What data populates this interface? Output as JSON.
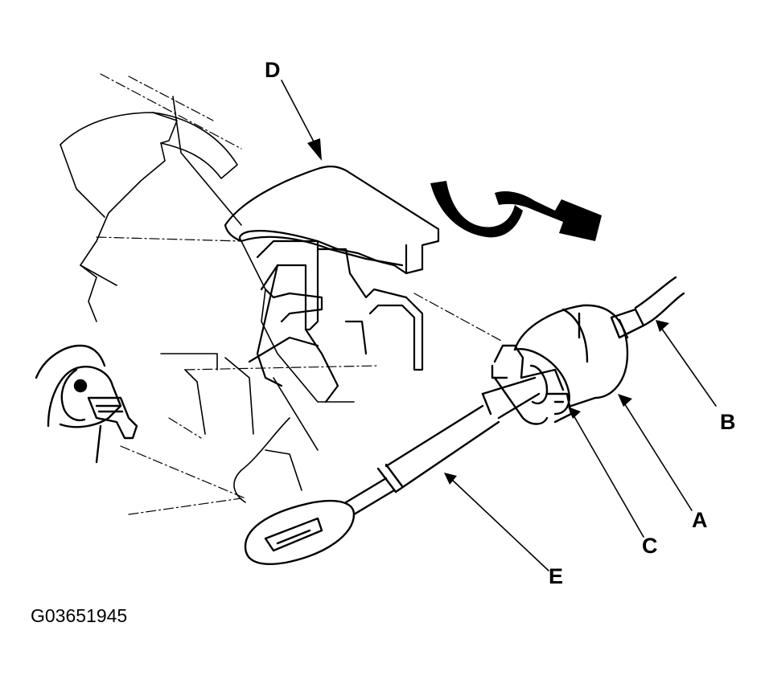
{
  "callouts": {
    "a": "A",
    "b": "B",
    "c": "C",
    "d": "D",
    "e": "E"
  },
  "figure_id": "G03651945",
  "icons": {
    "rotation_arrow": "curved-rotation-arrow-icon"
  },
  "colors": {
    "line": "#000000",
    "background": "#ffffff"
  }
}
